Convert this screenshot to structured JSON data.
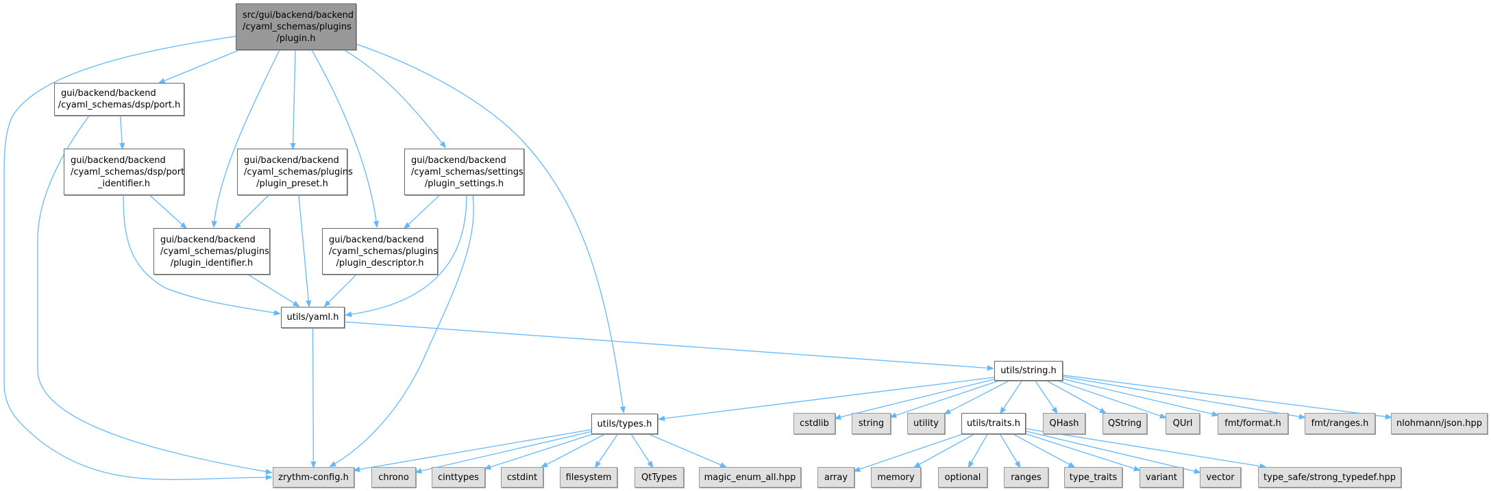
{
  "title": "Include dependency graph for plugin.h",
  "colors": {
    "edge": "#63b8ff",
    "root_fill": "#999999",
    "system_fill": "#e0e0e0",
    "local_fill": "#ffffff"
  },
  "nodes": [
    {
      "id": "plugin",
      "kind": "root",
      "lines": [
        "src/gui/backend/backend",
        "/cyaml_schemas/plugins",
        "/plugin.h"
      ]
    },
    {
      "id": "port",
      "kind": "local",
      "lines": [
        "gui/backend/backend",
        "/cyaml_schemas/dsp/port.h"
      ]
    },
    {
      "id": "port_identifier",
      "kind": "local",
      "lines": [
        "gui/backend/backend",
        "/cyaml_schemas/dsp/port",
        "_identifier.h"
      ]
    },
    {
      "id": "plugin_preset",
      "kind": "local",
      "lines": [
        "gui/backend/backend",
        "/cyaml_schemas/plugins",
        "/plugin_preset.h"
      ]
    },
    {
      "id": "plugin_settings",
      "kind": "local",
      "lines": [
        "gui/backend/backend",
        "/cyaml_schemas/settings",
        "/plugin_settings.h"
      ]
    },
    {
      "id": "plugin_identifier",
      "kind": "local",
      "lines": [
        "gui/backend/backend",
        "/cyaml_schemas/plugins",
        "/plugin_identifier.h"
      ]
    },
    {
      "id": "plugin_descriptor",
      "kind": "local",
      "lines": [
        "gui/backend/backend",
        "/cyaml_schemas/plugins",
        "/plugin_descriptor.h"
      ]
    },
    {
      "id": "yaml",
      "kind": "local",
      "lines": [
        "utils/yaml.h"
      ]
    },
    {
      "id": "string_h",
      "kind": "local",
      "lines": [
        "utils/string.h"
      ]
    },
    {
      "id": "types",
      "kind": "local",
      "lines": [
        "utils/types.h"
      ]
    },
    {
      "id": "traits",
      "kind": "local",
      "lines": [
        "utils/traits.h"
      ]
    },
    {
      "id": "zrythm_config",
      "kind": "system",
      "lines": [
        "zrythm-config.h"
      ]
    },
    {
      "id": "chrono",
      "kind": "system",
      "lines": [
        "chrono"
      ]
    },
    {
      "id": "cinttypes",
      "kind": "system",
      "lines": [
        "cinttypes"
      ]
    },
    {
      "id": "cstdint",
      "kind": "system",
      "lines": [
        "cstdint"
      ]
    },
    {
      "id": "filesystem",
      "kind": "system",
      "lines": [
        "filesystem"
      ]
    },
    {
      "id": "qttypes",
      "kind": "system",
      "lines": [
        "QtTypes"
      ]
    },
    {
      "id": "magic_enum",
      "kind": "system",
      "lines": [
        "magic_enum_all.hpp"
      ]
    },
    {
      "id": "cstdlib",
      "kind": "system",
      "lines": [
        "cstdlib"
      ]
    },
    {
      "id": "string",
      "kind": "system",
      "lines": [
        "string"
      ]
    },
    {
      "id": "utility",
      "kind": "system",
      "lines": [
        "utility"
      ]
    },
    {
      "id": "qhash",
      "kind": "system",
      "lines": [
        "QHash"
      ]
    },
    {
      "id": "qstring",
      "kind": "system",
      "lines": [
        "QString"
      ]
    },
    {
      "id": "qurl",
      "kind": "system",
      "lines": [
        "QUrl"
      ]
    },
    {
      "id": "fmt_format",
      "kind": "system",
      "lines": [
        "fmt/format.h"
      ]
    },
    {
      "id": "fmt_ranges",
      "kind": "system",
      "lines": [
        "fmt/ranges.h"
      ]
    },
    {
      "id": "json",
      "kind": "system",
      "lines": [
        "nlohmann/json.hpp"
      ]
    },
    {
      "id": "array",
      "kind": "system",
      "lines": [
        "array"
      ]
    },
    {
      "id": "memory",
      "kind": "system",
      "lines": [
        "memory"
      ]
    },
    {
      "id": "optional",
      "kind": "system",
      "lines": [
        "optional"
      ]
    },
    {
      "id": "ranges",
      "kind": "system",
      "lines": [
        "ranges"
      ]
    },
    {
      "id": "type_traits",
      "kind": "system",
      "lines": [
        "type_traits"
      ]
    },
    {
      "id": "variant",
      "kind": "system",
      "lines": [
        "variant"
      ]
    },
    {
      "id": "vector",
      "kind": "system",
      "lines": [
        "vector"
      ]
    },
    {
      "id": "strong_typedef",
      "kind": "system",
      "lines": [
        "type_safe/strong_typedef.hpp"
      ]
    }
  ],
  "edges": [
    [
      "plugin",
      "port"
    ],
    [
      "plugin",
      "zrythm_config"
    ],
    [
      "plugin",
      "plugin_identifier"
    ],
    [
      "plugin",
      "plugin_preset"
    ],
    [
      "plugin",
      "plugin_descriptor"
    ],
    [
      "plugin",
      "plugin_settings"
    ],
    [
      "plugin",
      "types"
    ],
    [
      "port",
      "port_identifier"
    ],
    [
      "port",
      "zrythm_config"
    ],
    [
      "port_identifier",
      "plugin_identifier"
    ],
    [
      "port_identifier",
      "yaml"
    ],
    [
      "plugin_preset",
      "plugin_identifier"
    ],
    [
      "plugin_preset",
      "yaml"
    ],
    [
      "plugin_settings",
      "plugin_descriptor"
    ],
    [
      "plugin_settings",
      "yaml"
    ],
    [
      "plugin_settings",
      "zrythm_config"
    ],
    [
      "plugin_identifier",
      "yaml"
    ],
    [
      "plugin_descriptor",
      "yaml"
    ],
    [
      "yaml",
      "zrythm_config"
    ],
    [
      "yaml",
      "string_h"
    ],
    [
      "string_h",
      "types"
    ],
    [
      "string_h",
      "cstdlib"
    ],
    [
      "string_h",
      "string"
    ],
    [
      "string_h",
      "utility"
    ],
    [
      "string_h",
      "traits"
    ],
    [
      "string_h",
      "qhash"
    ],
    [
      "string_h",
      "qstring"
    ],
    [
      "string_h",
      "qurl"
    ],
    [
      "string_h",
      "fmt_format"
    ],
    [
      "string_h",
      "fmt_ranges"
    ],
    [
      "string_h",
      "json"
    ],
    [
      "types",
      "zrythm_config"
    ],
    [
      "types",
      "chrono"
    ],
    [
      "types",
      "cinttypes"
    ],
    [
      "types",
      "cstdint"
    ],
    [
      "types",
      "filesystem"
    ],
    [
      "types",
      "qttypes"
    ],
    [
      "types",
      "magic_enum"
    ],
    [
      "traits",
      "array"
    ],
    [
      "traits",
      "memory"
    ],
    [
      "traits",
      "optional"
    ],
    [
      "traits",
      "ranges"
    ],
    [
      "traits",
      "type_traits"
    ],
    [
      "traits",
      "variant"
    ],
    [
      "traits",
      "vector"
    ],
    [
      "traits",
      "strong_typedef"
    ]
  ]
}
